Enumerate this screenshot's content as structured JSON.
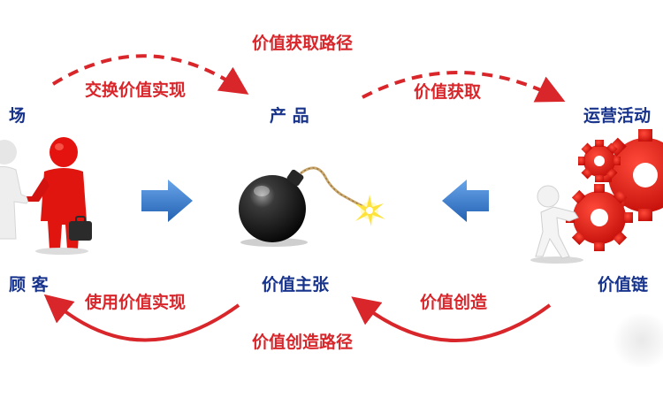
{
  "diagram": {
    "top_path_label": "价值获取路径",
    "bottom_path_label": "价值创造路径",
    "arrows": {
      "exchange": "交换价值实现",
      "capture": "价值获取",
      "use": "使用价值实现",
      "create": "价值创造"
    },
    "nodes": {
      "market": {
        "top": "场",
        "bottom": "顾 客"
      },
      "product": {
        "top": "产 品",
        "bottom": "价值主张"
      },
      "operations": {
        "top": "运营活动",
        "bottom": "价值链"
      }
    },
    "colors": {
      "red_text": "#d8262b",
      "blue_text": "#17338c",
      "arrow_blue": "#3a7fcf",
      "arrow_red": "#d8262b"
    }
  }
}
